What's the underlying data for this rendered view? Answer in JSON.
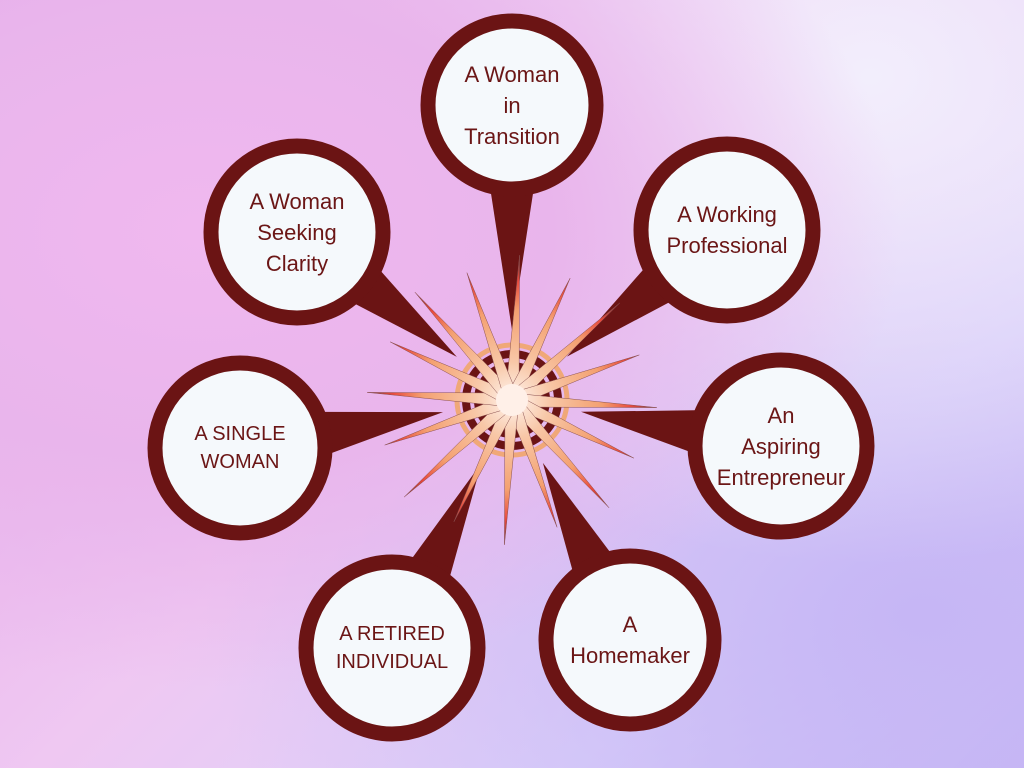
{
  "colors": {
    "ring": "#6b1414",
    "fill": "#f5f9fc",
    "text": "#6b1616",
    "spike": "#f6a878",
    "spike_tip": "#e8483c"
  },
  "center": {
    "icon": "starburst-icon"
  },
  "nodes": [
    {
      "id": "transition",
      "lines": [
        "A Woman",
        "in",
        "Transition"
      ]
    },
    {
      "id": "clarity",
      "lines": [
        "A Woman",
        "Seeking",
        "Clarity"
      ]
    },
    {
      "id": "professional",
      "lines": [
        "A Working",
        "Professional"
      ]
    },
    {
      "id": "single",
      "lines": [
        "A SINGLE",
        "WOMAN"
      ]
    },
    {
      "id": "entrepreneur",
      "lines": [
        "An",
        "Aspiring",
        "Entrepreneur"
      ]
    },
    {
      "id": "retired",
      "lines": [
        "A RETIRED",
        "INDIVIDUAL"
      ]
    },
    {
      "id": "homemaker",
      "lines": [
        "A",
        "Homemaker"
      ]
    }
  ]
}
